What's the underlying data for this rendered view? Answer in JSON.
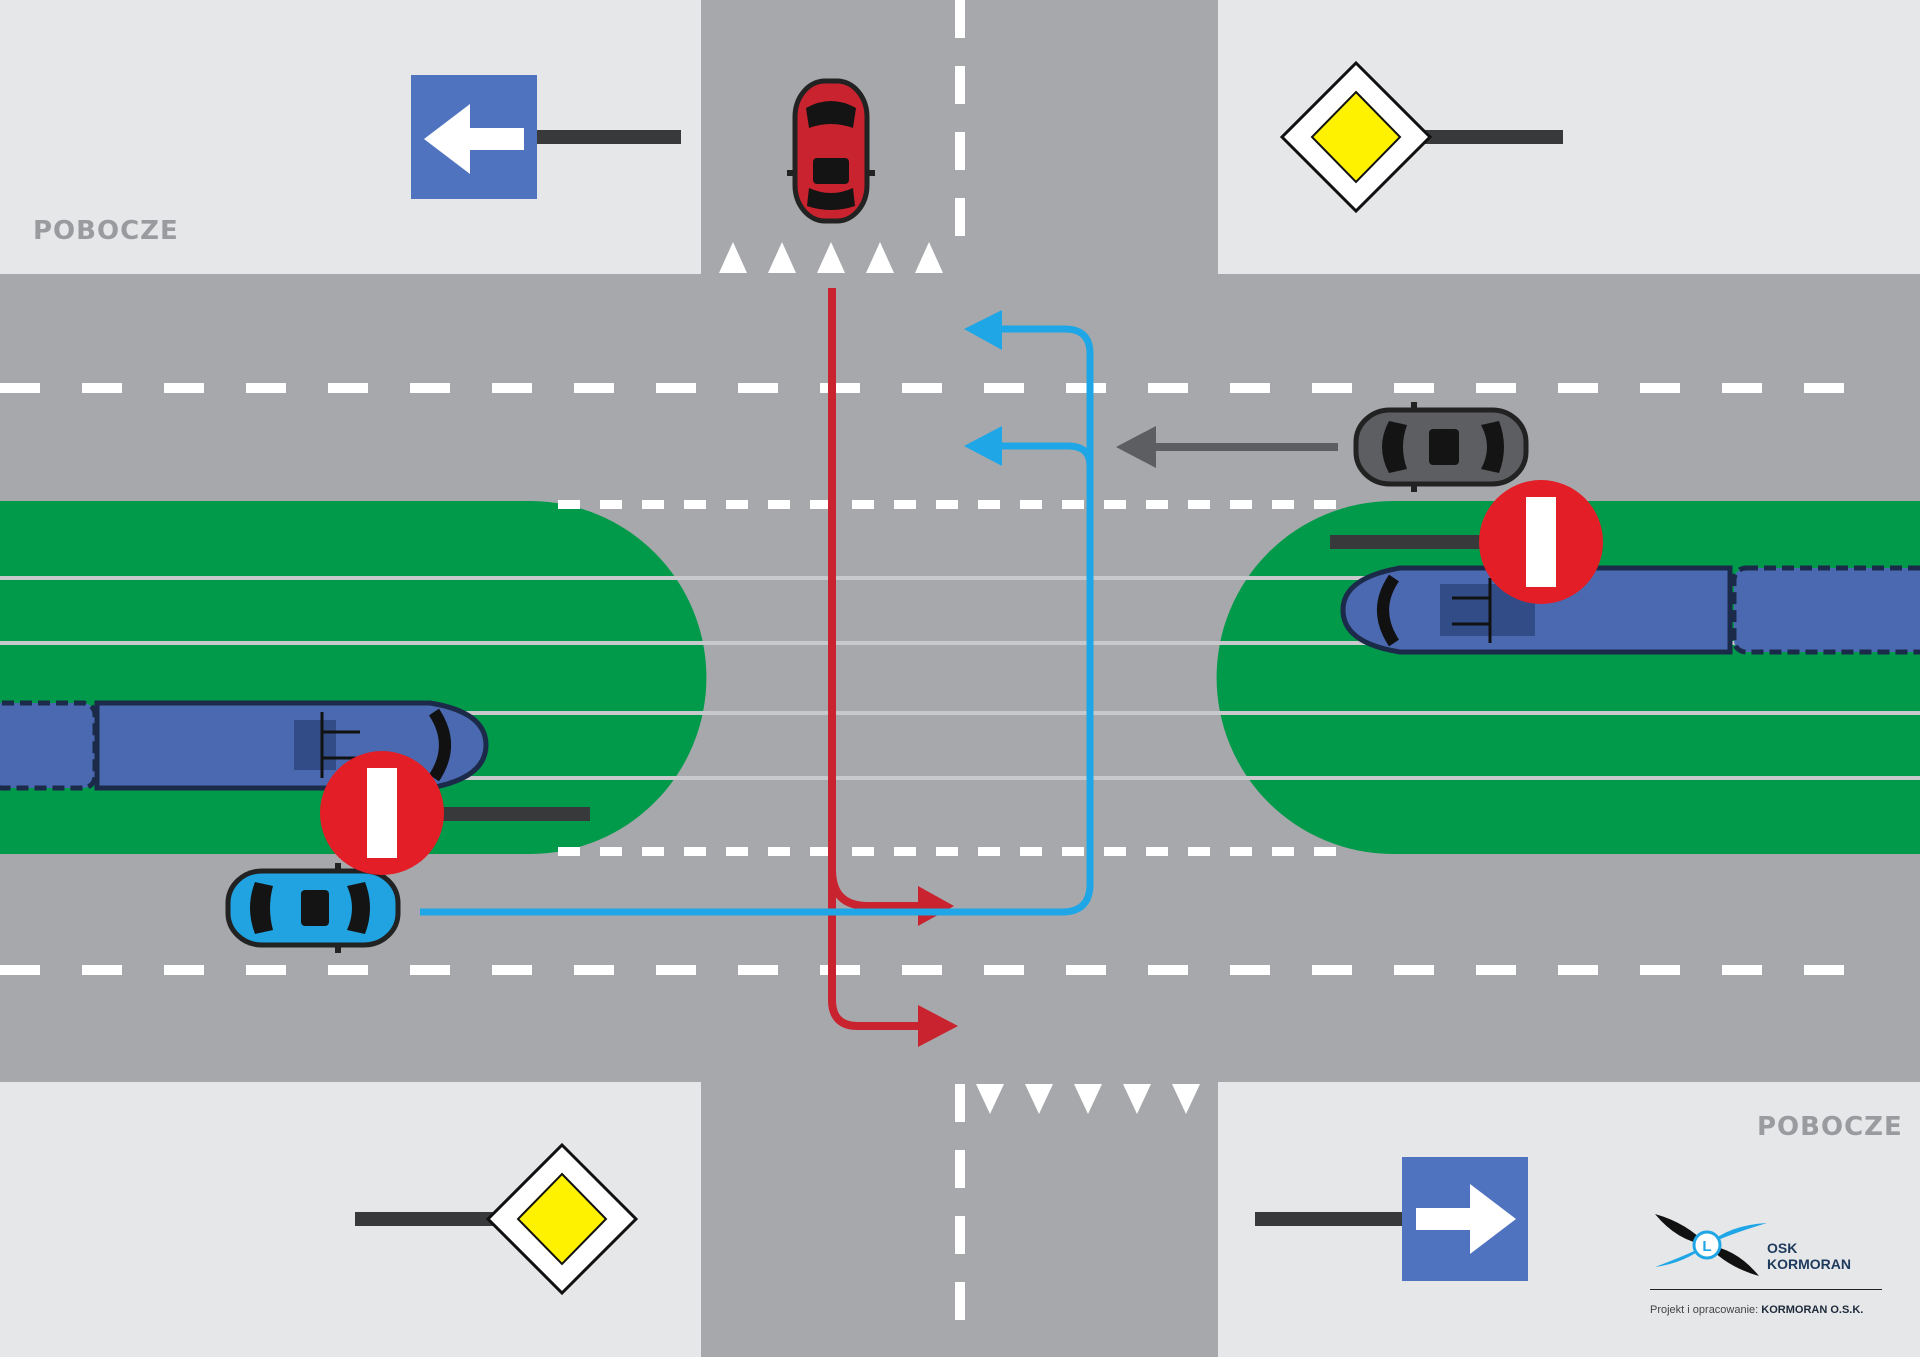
{
  "labels": {
    "shoulder_top_left": "POBOCZE",
    "shoulder_bottom_right": "POBOCZE"
  },
  "logo": {
    "name": "OSK KORMORAN",
    "credit_prefix": "Projekt i opracowanie:",
    "credit_name": "KORMORAN O.S.K."
  },
  "colors": {
    "road": "#a7a8ab",
    "shoulder": "#e6e7e9",
    "median": "#009a4a",
    "tram": "#4a69b1",
    "red_car": "#c8232e",
    "blue_car": "#20a3e0",
    "gray_car": "#5d5e61",
    "red_path": "#c8232e",
    "blue_path": "#1fa6e6",
    "sign_blue": "#4f73bf",
    "sign_yellow": "#fff200",
    "sign_no_entry": "#e31e26"
  },
  "signs": [
    {
      "type": "mandatory-turn-left-sign",
      "icon": "left-arrow-icon"
    },
    {
      "type": "priority-road-sign",
      "icon": "yellow-diamond-icon"
    },
    {
      "type": "no-entry-sign",
      "icon": "no-entry-icon"
    },
    {
      "type": "no-entry-sign",
      "icon": "no-entry-icon"
    },
    {
      "type": "priority-road-sign",
      "icon": "yellow-diamond-icon"
    },
    {
      "type": "mandatory-turn-right-sign",
      "icon": "right-arrow-icon"
    }
  ]
}
